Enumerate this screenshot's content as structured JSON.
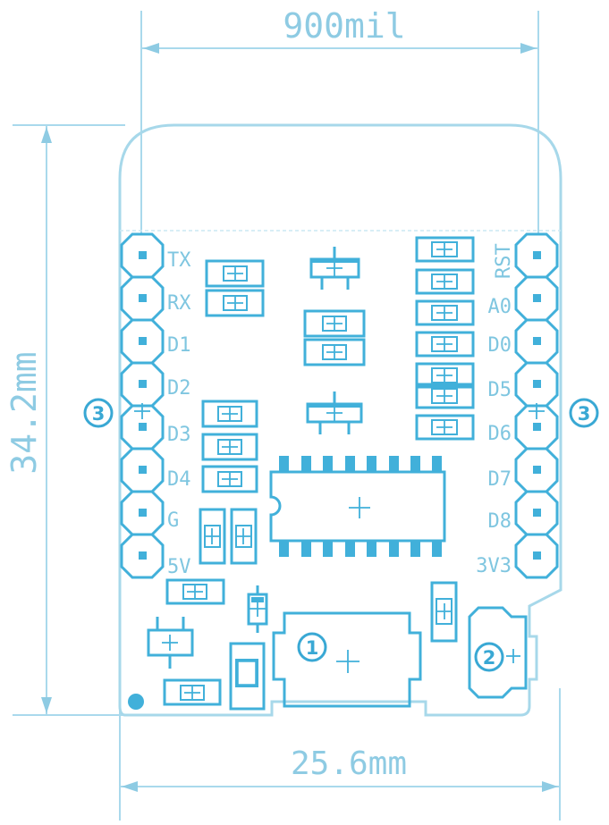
{
  "dimensions": {
    "top": "900mil",
    "left": "34.2mm",
    "bottom": "25.6mm"
  },
  "left_pins": [
    "TX",
    "RX",
    "D1",
    "D2",
    "D3",
    "D4",
    "G",
    "5V"
  ],
  "right_pins": [
    "RST",
    "A0",
    "D0",
    "D5",
    "D6",
    "D7",
    "D8",
    "3V3"
  ],
  "markers": {
    "one": "1",
    "two": "2",
    "three": "3"
  },
  "colors": {
    "outline": "#9fd3e8",
    "component": "#41b0da",
    "marker": "#39a8d4",
    "text": "#7fc6e0"
  }
}
